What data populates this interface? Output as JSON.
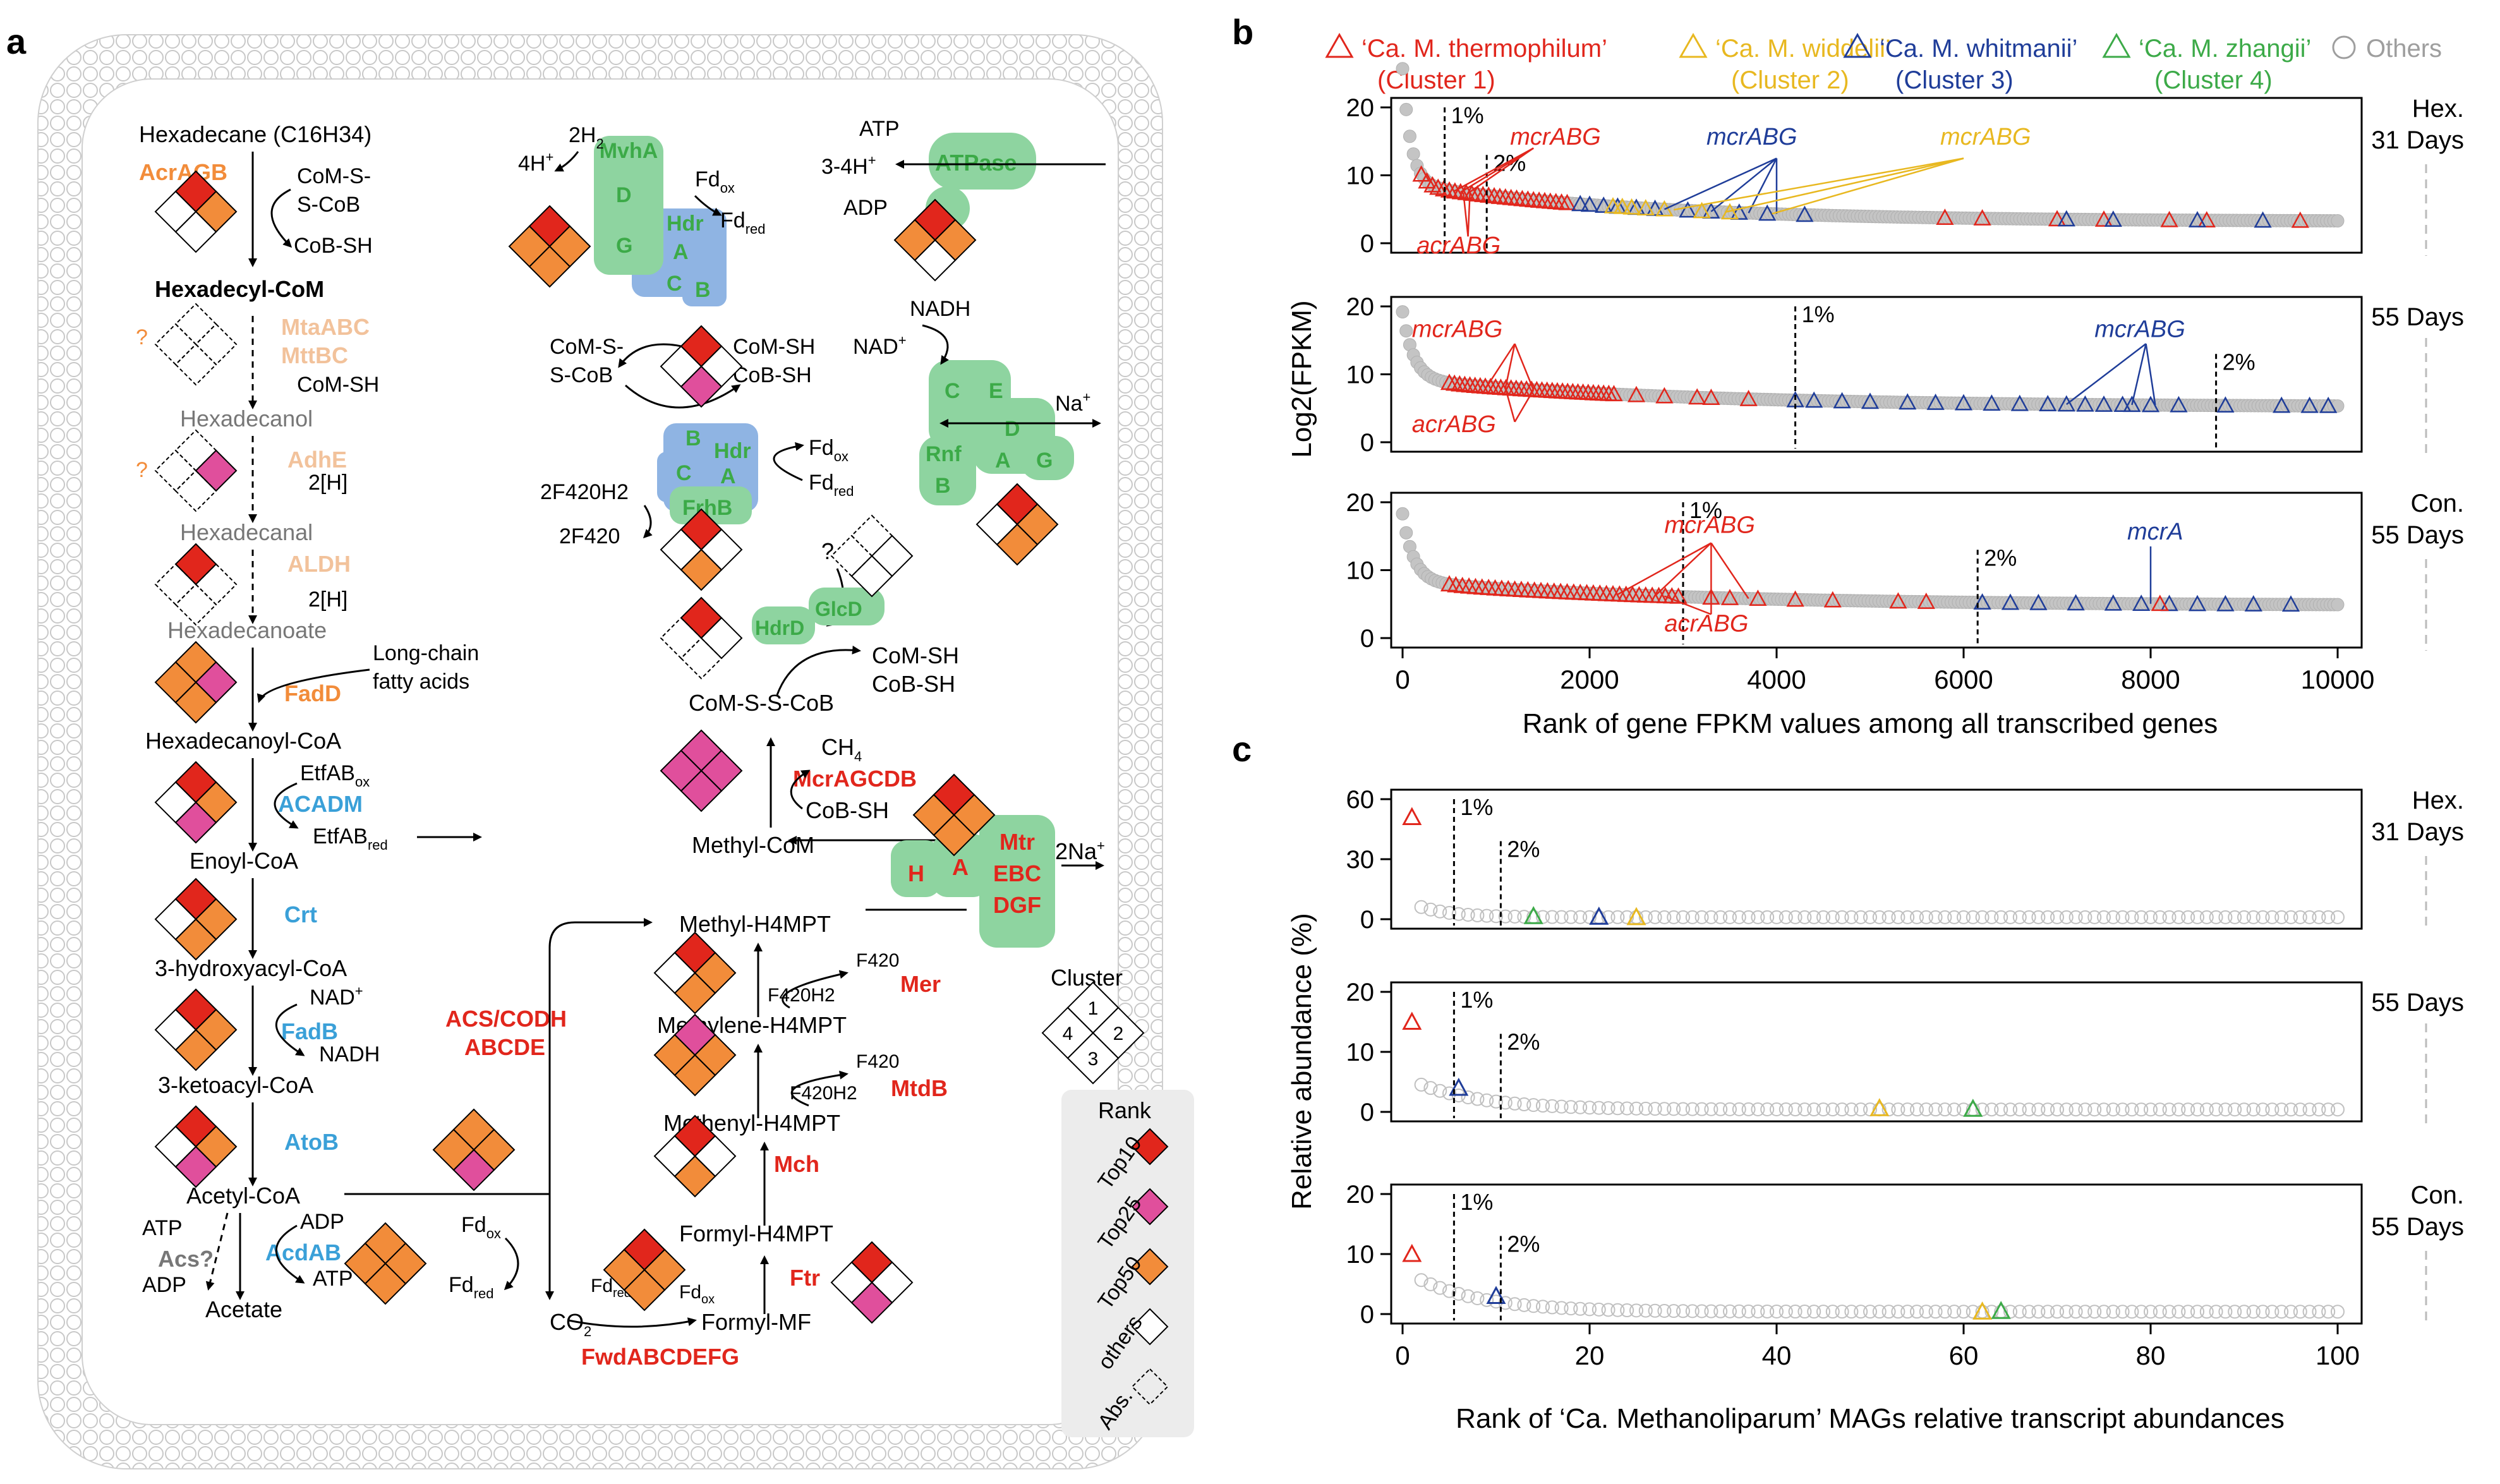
{
  "panel_labels": {
    "a": "a",
    "b": "b",
    "c": "c"
  },
  "colors": {
    "red": "#e1261c",
    "orange": "#f28c3a",
    "tan": "#f2c29b",
    "blue": "#3aa0d8",
    "green": "#3caa48",
    "navy": "#1f3d99",
    "yellow": "#e8b820",
    "pink": "#e04f9c",
    "grey": "#bdbdbd",
    "hdr_blue": "#8fb4e3",
    "green_fill": "#8ed4a0",
    "rank_top10": "#e1261c",
    "rank_top25": "#e04f9c",
    "rank_top50": "#f28c3a"
  },
  "pathway": {
    "left_chain": [
      {
        "id": "hexadecane",
        "label": "Hexadecane (C16H34)"
      },
      {
        "id": "hexadecyl_com",
        "label": "Hexadecyl-CoM"
      },
      {
        "id": "hexadecanol",
        "label": "Hexadecanol"
      },
      {
        "id": "hexadecanal",
        "label": "Hexadecanal"
      },
      {
        "id": "hexadecanoate",
        "label": "Hexadecanoate"
      },
      {
        "id": "hexadecanoyl_coa",
        "label": "Hexadecanoyl-CoA"
      },
      {
        "id": "enoyl_coa",
        "label": "Enoyl-CoA"
      },
      {
        "id": "hydroxyacyl_coa",
        "label": "3-hydroxyacyl-CoA"
      },
      {
        "id": "ketoacyl_coa",
        "label": "3-ketoacyl-CoA"
      },
      {
        "id": "acetyl_coa",
        "label": "Acetyl-CoA"
      },
      {
        "id": "acetate",
        "label": "Acetate"
      }
    ],
    "enzymes": {
      "acragb": "AcrAGB",
      "mtaabc": "MtaABC",
      "mttbc": "MttBC",
      "adhe": "AdhE",
      "aldh": "ALDH",
      "fadd": "FadD",
      "acadm": "ACADM",
      "crt": "Crt",
      "fadb": "FadB",
      "atob": "AtoB",
      "acdab": "AcdAB",
      "acs": "Acs?",
      "acs_codh": "ACS/CODH",
      "abcde": "ABCDE",
      "fwd": "FwdABCDEFG",
      "ftr": "Ftr",
      "mch": "Mch",
      "mtdb": "MtdB",
      "mer": "Mer",
      "mcr": "McrAGCDB",
      "mvha": "MvhA",
      "hdr": "Hdr",
      "hdrd": "HdrD",
      "glcd": "GlcD",
      "frhb": "FrhB",
      "rnf": "Rnf",
      "atpase": "ATPase",
      "mtr_ebc": "Mtr",
      "mtr_ebc2": "EBC",
      "mtr_dgf": "DGF"
    },
    "side_labels": {
      "com_s_s_cob_1": "CoM-S-",
      "com_s_s_cob_2": "S-CoB",
      "cob_sh": "CoB-SH",
      "com_sh": "CoM-SH",
      "h2": "[H]",
      "long_chain_1": "Long-chain",
      "long_chain_2": "fatty acids",
      "etfab": "EtfAB",
      "nad": "NAD",
      "nadh": "NADH",
      "atp": "ATP",
      "adp": "ADP",
      "fd": "Fd",
      "co2": "CO",
      "ch4": "CH",
      "methyl_com": "Methyl-CoM",
      "methyl_h4mpt": "Methyl-H4MPT",
      "methylene_h4mpt": "Methylene-H4MPT",
      "methenyl_h4mpt": "Methenyl-H4MPT",
      "formyl_h4mpt": "Formyl-H4MPT",
      "formyl_mf": "Formyl-MF",
      "f420": "F420",
      "f420h2": "F420H2",
      "na": "Na",
      "two_na": "2Na",
      "question": "?",
      "com_s_s_cob_full": "CoM-S-S-CoB",
      "two_h2": "2H",
      "four_h": "4H",
      "three_four_h": "3-4H"
    },
    "legend": {
      "cluster_title": "Cluster",
      "cluster_numbers": [
        "1",
        "2",
        "3",
        "4"
      ],
      "rank_title": "Rank",
      "rank_items": [
        "Top10",
        "Top25",
        "Top50",
        "others",
        "Abs."
      ]
    }
  },
  "legend_b": {
    "entries": [
      {
        "name": "‘Ca. M. thermophilum’",
        "cluster": "(Cluster 1)",
        "color": "#e1261c"
      },
      {
        "name": "‘Ca. M. widdelii’",
        "cluster": "(Cluster 2)",
        "color": "#e8b820"
      },
      {
        "name": "‘Ca. M. whitmanii’",
        "cluster": "(Cluster 3)",
        "color": "#1f3d99"
      },
      {
        "name": "‘Ca. M. zhangii’",
        "cluster": "(Cluster 4)",
        "color": "#3caa48"
      },
      {
        "name": "Others",
        "cluster": "",
        "color": "#9e9e9e"
      }
    ]
  },
  "chart_data": [
    {
      "panel": "b",
      "type": "scatter",
      "subpanel": "Hex. 31 Days",
      "xlabel": "Rank of gene FPKM values among all transcribed genes",
      "ylabel": "Log2(FPKM)",
      "xlim": [
        0,
        10000
      ],
      "ylim": [
        0,
        20
      ],
      "xticks": [
        0,
        2000,
        4000,
        6000,
        8000,
        10000
      ],
      "yticks": [
        0,
        10,
        20
      ],
      "threshold_lines": [
        {
          "x": 450,
          "label": "1%"
        },
        {
          "x": 900,
          "label": "2%"
        }
      ],
      "side_label": [
        "Hex.",
        "31 Days"
      ],
      "annotations": [
        {
          "text": "mcrABG",
          "color": "#e1261c"
        },
        {
          "text": "acrABG",
          "color": "#e1261c"
        },
        {
          "text": "mcrABG",
          "color": "#1f3d99"
        },
        {
          "text": "mcrABG",
          "color": "#e8b820"
        }
      ]
    },
    {
      "panel": "b",
      "type": "scatter",
      "subpanel": "55 Days",
      "xlim": [
        0,
        10000
      ],
      "ylim": [
        0,
        20
      ],
      "yticks": [
        0,
        10,
        20
      ],
      "threshold_lines": [
        {
          "x": 4200,
          "label": "1%"
        },
        {
          "x": 8700,
          "label": "2%"
        }
      ],
      "side_label": [
        "55 Days"
      ],
      "annotations": [
        {
          "text": "mcrABG",
          "color": "#e1261c"
        },
        {
          "text": "acrABG",
          "color": "#e1261c"
        },
        {
          "text": "mcrABG",
          "color": "#1f3d99"
        }
      ]
    },
    {
      "panel": "b",
      "type": "scatter",
      "subpanel": "Con. 55 Days",
      "xlim": [
        0,
        10000
      ],
      "ylim": [
        0,
        20
      ],
      "yticks": [
        0,
        10,
        20
      ],
      "threshold_lines": [
        {
          "x": 3000,
          "label": "1%"
        },
        {
          "x": 6150,
          "label": "2%"
        }
      ],
      "side_label": [
        "Con.",
        "55 Days"
      ],
      "annotations": [
        {
          "text": "mcrABG",
          "color": "#e1261c"
        },
        {
          "text": "acrABG",
          "color": "#e1261c"
        },
        {
          "text": "mcrA",
          "color": "#1f3d99"
        }
      ]
    },
    {
      "panel": "c",
      "type": "scatter",
      "subpanel": "Hex. 31 Days",
      "xlabel": "Rank of ‘Ca. Methanoliparum’ MAGs relative transcript abundances",
      "ylabel": "Relative abundance (%)",
      "xlim": [
        0,
        100
      ],
      "ylim": [
        0,
        60
      ],
      "xticks": [
        0,
        20,
        40,
        60,
        80,
        100
      ],
      "yticks": [
        0,
        30,
        60
      ],
      "threshold_lines": [
        {
          "x": 5.5,
          "label": "1%"
        },
        {
          "x": 10.5,
          "label": "2%"
        }
      ],
      "side_label": [
        "Hex.",
        "31 Days"
      ],
      "points": [
        {
          "x": 1,
          "y": 51,
          "color": "#e1261c"
        },
        {
          "x": 14,
          "y": 1.5,
          "color": "#3caa48"
        },
        {
          "x": 21,
          "y": 1.2,
          "color": "#1f3d99"
        },
        {
          "x": 25,
          "y": 1.0,
          "color": "#e8b820"
        }
      ]
    },
    {
      "panel": "c",
      "type": "scatter",
      "subpanel": "55 Days",
      "xlim": [
        0,
        100
      ],
      "ylim": [
        0,
        20
      ],
      "yticks": [
        0,
        10,
        20
      ],
      "threshold_lines": [
        {
          "x": 5.5,
          "label": "1%"
        },
        {
          "x": 10.5,
          "label": "2%"
        }
      ],
      "side_label": [
        "55 Days"
      ],
      "points": [
        {
          "x": 1,
          "y": 15,
          "color": "#e1261c"
        },
        {
          "x": 6,
          "y": 4,
          "color": "#1f3d99"
        },
        {
          "x": 51,
          "y": 0.6,
          "color": "#e8b820"
        },
        {
          "x": 61,
          "y": 0.5,
          "color": "#3caa48"
        }
      ]
    },
    {
      "panel": "c",
      "type": "scatter",
      "subpanel": "Con. 55 Days",
      "xlim": [
        0,
        100
      ],
      "ylim": [
        0,
        20
      ],
      "yticks": [
        0,
        10,
        20
      ],
      "threshold_lines": [
        {
          "x": 5.5,
          "label": "1%"
        },
        {
          "x": 10.5,
          "label": "2%"
        }
      ],
      "side_label": [
        "Con.",
        "55 Days"
      ],
      "points": [
        {
          "x": 1,
          "y": 10,
          "color": "#e1261c"
        },
        {
          "x": 10,
          "y": 3,
          "color": "#1f3d99"
        },
        {
          "x": 62,
          "y": 0.4,
          "color": "#e8b820"
        },
        {
          "x": 64,
          "y": 0.5,
          "color": "#3caa48"
        }
      ]
    }
  ]
}
